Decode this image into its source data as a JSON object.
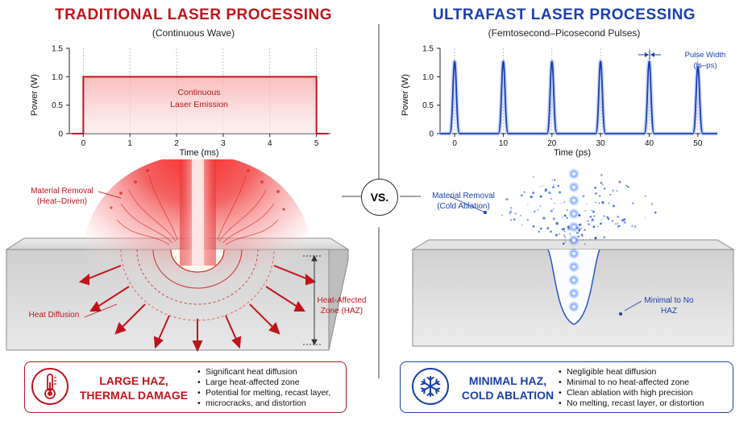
{
  "center": {
    "vs": "VS."
  },
  "left": {
    "title": "TRADITIONAL LASER PROCESSING",
    "subtitle": "(Continuous Wave)",
    "emission_line1": "Continuous",
    "emission_line2": "Laser Emission",
    "removal_line1": "Material Removal",
    "removal_line2": "(Heat–Driven)",
    "heat_diffusion": "Heat Diffusion",
    "haz_line1": "Heat-Affected",
    "haz_line2": "Zone (HAZ)",
    "summary_line1": "LARGE HAZ,",
    "summary_line2": "THERMAL DAMAGE",
    "bullets": [
      "Significant heat diffusion",
      "Large heat-affected zone",
      "Potential for melting, recast layer,",
      "microcracks, and distortion"
    ],
    "icon": "thermometer-icon",
    "accent": "#c0141c"
  },
  "right": {
    "title": "ULTRAFAST LASER PROCESSING",
    "subtitle": "(Femtosecond–Picosecond Pulses)",
    "pulse_width_line1": "Pulse Width",
    "pulse_width_line2": "(fs–ps)",
    "removal_line1": "Material Removal",
    "removal_line2": "(Cold Ablation)",
    "haz_line1": "Minimal to No",
    "haz_line2": "HAZ",
    "summary_line1": "MINIMAL HAZ,",
    "summary_line2": "COLD ABLATION",
    "bullets": [
      "Negligible heat diffusion",
      "Minimal to no heat-affected zone",
      "Clean ablation with high precision",
      "No melting, recast layer, or distortion"
    ],
    "icon": "snowflake-icon",
    "accent": "#1a3fae"
  },
  "chart_data": [
    {
      "type": "line",
      "xlabel": "Time (ms)",
      "ylabel": "Power (W)",
      "xlim": [
        -0.3,
        5.3
      ],
      "ylim": [
        0,
        1.5
      ],
      "xticks": [
        "0",
        "1",
        "2",
        "3",
        "4",
        "5"
      ],
      "yticks": [
        "0",
        "0.5",
        "1.0",
        "1.5"
      ],
      "series": [
        {
          "x": [
            -0.25,
            0,
            0,
            5,
            5,
            5.25
          ],
          "y": [
            0,
            0,
            1.0,
            1.0,
            0,
            0
          ]
        }
      ],
      "fill": true,
      "color": "#c0141c"
    },
    {
      "type": "line",
      "xlabel": "Time (ps)",
      "ylabel": "Power (W)",
      "xlim": [
        -3,
        54
      ],
      "ylim": [
        0,
        1.5
      ],
      "xticks": [
        "0",
        "10",
        "20",
        "30",
        "40",
        "50"
      ],
      "yticks": [
        "0",
        "0.5",
        "1.0",
        "1.5"
      ],
      "pulses": [
        {
          "x": 0,
          "peak": 1.27
        },
        {
          "x": 10,
          "peak": 1.27
        },
        {
          "x": 20,
          "peak": 1.27
        },
        {
          "x": 30,
          "peak": 1.27
        },
        {
          "x": 40,
          "peak": 1.27
        },
        {
          "x": 50,
          "peak": 1.18
        }
      ],
      "color": "#1a3fae"
    }
  ]
}
